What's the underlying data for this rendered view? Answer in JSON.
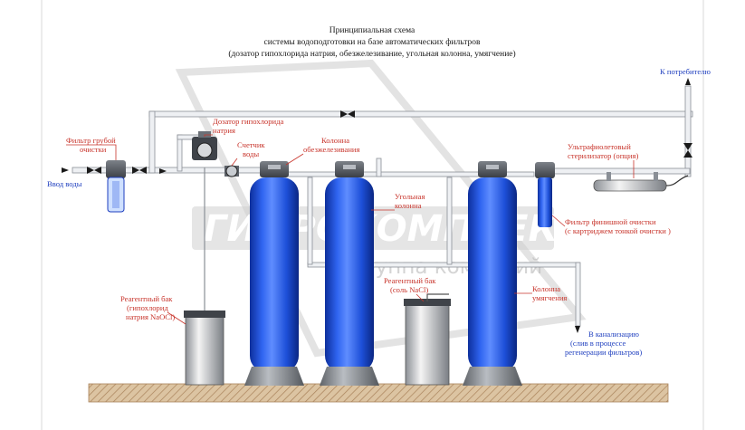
{
  "title": {
    "line1": "Принципиальная схема",
    "line2": "системы водоподготовки на базе автоматических фильтров",
    "line3": "(дозатор гипохлорида натрия, обезжелезивание, угольная колонна, умягчение)"
  },
  "labels": {
    "consumer": "К потребителю",
    "inlet": "Ввод воды",
    "coarse_filter": [
      "Фильтр грубой",
      "очистки"
    ],
    "dosing_pump": [
      "Дозатор гипохлорида",
      "натрия"
    ],
    "water_meter": [
      "Счетчик",
      "воды"
    ],
    "iron_column": [
      "Колонна",
      "обезжелезивания"
    ],
    "carbon_column": [
      "Угольная",
      "колонна"
    ],
    "uv": [
      "Ультрафиолетовый",
      "стерилизатор (опция)"
    ],
    "fine_filter": [
      "Фильтр финишной очистки",
      "(с картриджем тонкой очистки )"
    ],
    "reagent_tank": [
      "Реагентный бак",
      "(гипохлорид",
      "натрия NaOCl)"
    ],
    "salt_tank": [
      "Реагентный бак",
      "(соль NaCl)"
    ],
    "softener": [
      "Колонна",
      "умягчения"
    ],
    "drain": [
      "В канализацию",
      "(слив в процессе",
      "регенерации фильтров)"
    ]
  },
  "watermark": {
    "main": "ГИДРОКОМПЛЕКТ",
    "sub": "группа компаний"
  },
  "colors": {
    "vessel_blue": "#1c4fd6",
    "label_red": "#c8342b",
    "floor_hatch": "#c9a57a"
  }
}
